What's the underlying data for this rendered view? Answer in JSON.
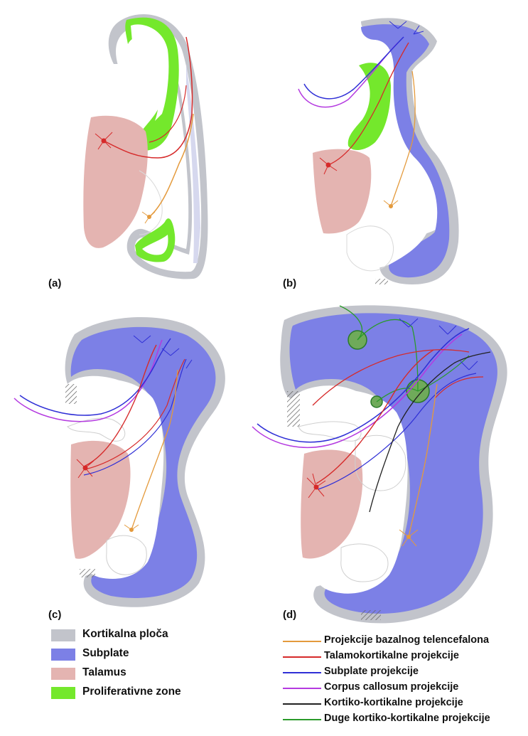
{
  "panels": [
    "(a)",
    "(b)",
    "(c)",
    "(d)"
  ],
  "legend_regions": [
    {
      "label": "Kortikalna ploča",
      "color": "#c2c4cb"
    },
    {
      "label": "Subplate",
      "color": "#7c80e6"
    },
    {
      "label": "Talamus",
      "color": "#e4b4b1"
    },
    {
      "label": "Proliferativne zone",
      "color": "#74e82c"
    }
  ],
  "legend_projections": [
    {
      "label": "Projekcije bazalnog telencefalona",
      "color": "#e49a3c"
    },
    {
      "label": "Talamokortikalne projekcije",
      "color": "#d62a2a"
    },
    {
      "label": "Subplate projekcije",
      "color": "#2f2fd6"
    },
    {
      "label": "Corpus callosum  projekcije",
      "color": "#b43ae0"
    },
    {
      "label": "Kortiko-kortikalne projekcije",
      "color": "#222222"
    },
    {
      "label": "Duge kortiko-kortikalne projekcije",
      "color": "#2a9a2a"
    }
  ]
}
